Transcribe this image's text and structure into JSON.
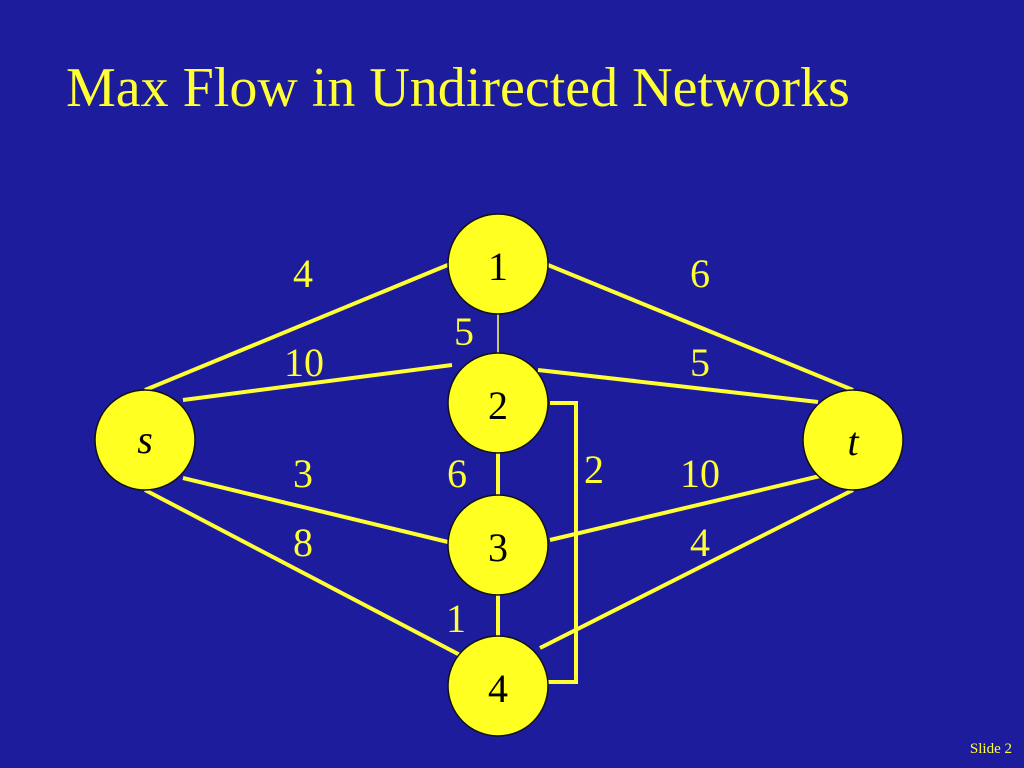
{
  "slide": {
    "title": "Max Flow in Undirected Networks",
    "footer": "Slide 2"
  },
  "colors": {
    "background": "#1c1c9c",
    "accent": "#ffff33",
    "node_fill": "#ffff22",
    "node_text": "#000000",
    "thin_edge": "#ffff66"
  },
  "network": {
    "nodes": [
      {
        "id": "1",
        "label": "1",
        "italic": false
      },
      {
        "id": "2",
        "label": "2",
        "italic": false
      },
      {
        "id": "s",
        "label": "s",
        "italic": true
      },
      {
        "id": "t",
        "label": "t",
        "italic": true
      },
      {
        "id": "3",
        "label": "3",
        "italic": false
      },
      {
        "id": "4",
        "label": "4",
        "italic": false
      }
    ],
    "edges": [
      {
        "from": "s",
        "to": "1",
        "capacity": "4"
      },
      {
        "from": "1",
        "to": "t",
        "capacity": "6"
      },
      {
        "from": "1",
        "to": "2",
        "capacity": "5"
      },
      {
        "from": "s",
        "to": "2",
        "capacity": "10"
      },
      {
        "from": "2",
        "to": "t",
        "capacity": "5"
      },
      {
        "from": "s",
        "to": "3",
        "capacity": "3"
      },
      {
        "from": "2",
        "to": "3",
        "capacity": "6"
      },
      {
        "from": "2",
        "to": "4",
        "capacity": "2"
      },
      {
        "from": "3",
        "to": "t",
        "capacity": "10"
      },
      {
        "from": "s",
        "to": "4",
        "capacity": "8"
      },
      {
        "from": "4",
        "to": "t",
        "capacity": "4"
      },
      {
        "from": "3",
        "to": "4",
        "capacity": "1"
      }
    ]
  }
}
